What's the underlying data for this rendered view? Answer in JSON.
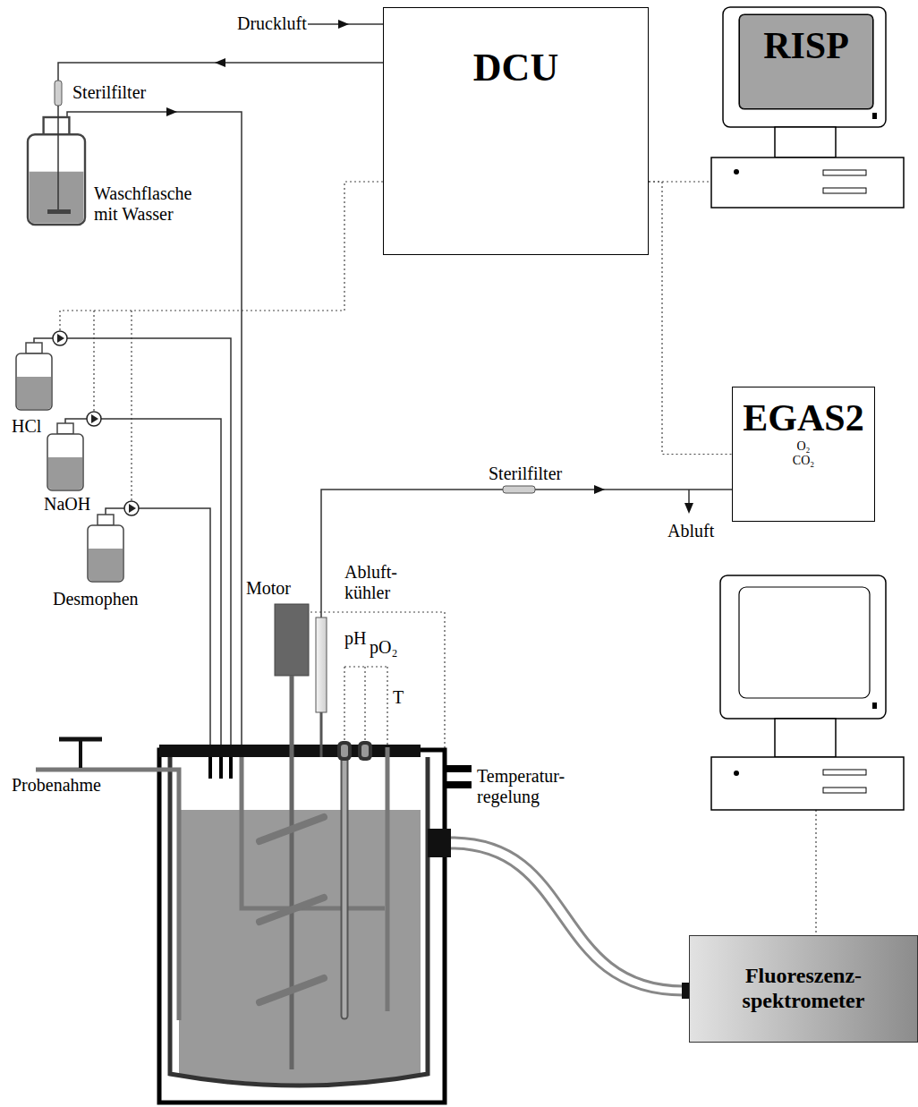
{
  "diagram": {
    "nodes": [
      {
        "text": [
          "DCU"
        ]
      },
      {
        "text": [
          "RISP"
        ]
      },
      {
        "text": [
          "EGAS2",
          "O₂",
          "CO₂"
        ]
      },
      {
        "text": [
          "Fluoreszenz- spektrometer"
        ]
      }
    ],
    "edges": [
      {
        "from": 0,
        "to": 1,
        "arrow": "none"
      },
      {
        "from": 0,
        "to": 2,
        "arrow": "none"
      }
    ],
    "labels": [
      "Druckluft",
      "Sterilfilter",
      "Waschflasche mit Wasser",
      "HCl",
      "NaOH",
      "Desmophen",
      "Motor",
      "Abluft- kühler",
      "pH",
      "pO₂",
      "T",
      "Probenahme",
      "Temperatur- regelung",
      "Sterilfilter",
      "Abluft"
    ]
  }
}
